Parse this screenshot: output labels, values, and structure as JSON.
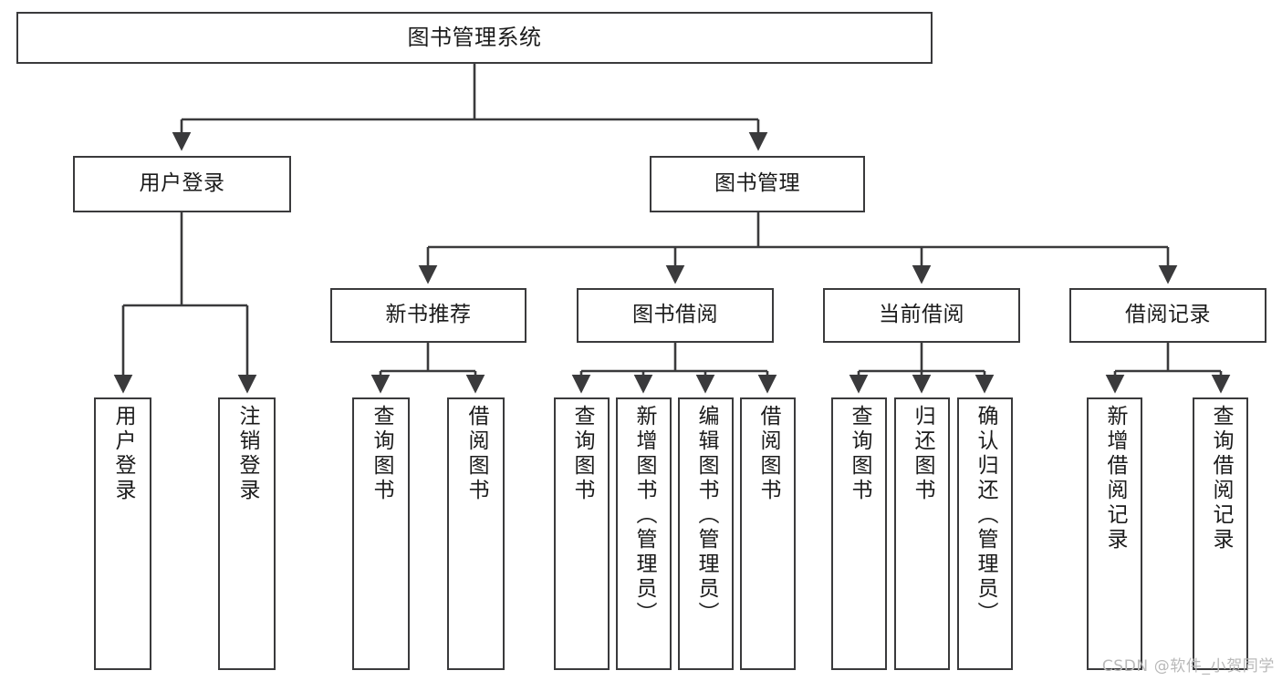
{
  "diagram": {
    "title": "图书管理系统",
    "type": "tree-hierarchy-chart",
    "root": {
      "label": "图书管理系统"
    },
    "level2": [
      {
        "label": "用户登录"
      },
      {
        "label": "图书管理"
      }
    ],
    "level3": [
      {
        "label": "新书推荐"
      },
      {
        "label": "图书借阅"
      },
      {
        "label": "当前借阅"
      },
      {
        "label": "借阅记录"
      }
    ],
    "leaves": {
      "user_login": [
        {
          "label": "用户登录"
        },
        {
          "label": "注销登录"
        }
      ],
      "new_book_recommend": [
        {
          "label": "查询图书"
        },
        {
          "label": "借阅图书"
        }
      ],
      "book_borrow": [
        {
          "label": "查询图书"
        },
        {
          "label": "新增图书（管理员）"
        },
        {
          "label": "编辑图书（管理员）"
        },
        {
          "label": "借阅图书"
        }
      ],
      "current_borrow": [
        {
          "label": "查询图书"
        },
        {
          "label": "归还图书"
        },
        {
          "label": "确认归还（管理员）"
        }
      ],
      "borrow_record": [
        {
          "label": "新增借阅记录"
        },
        {
          "label": "查询借阅记录"
        }
      ]
    }
  },
  "watermark": {
    "text": "CSDN @软件_小贺同学"
  },
  "colors": {
    "stroke": "#3a3a3c",
    "background": "#ffffff",
    "text": "#1b1b1b",
    "watermark": "#b9b9b9"
  }
}
